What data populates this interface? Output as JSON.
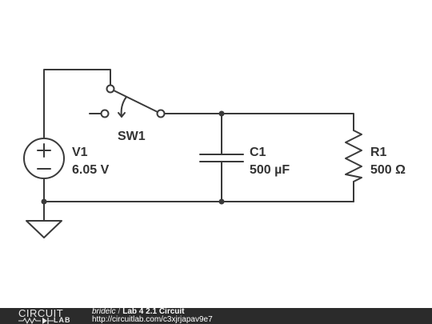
{
  "components": {
    "source": {
      "ref": "V1",
      "value": "6.05 V"
    },
    "switch": {
      "ref": "SW1"
    },
    "capacitor": {
      "ref": "C1",
      "value": "500 µF"
    },
    "resistor": {
      "ref": "R1",
      "value": "500 Ω"
    }
  },
  "footer": {
    "logo_top": "CIRCUIT",
    "logo_bottom": "LAB",
    "author": "bridelc",
    "separator": "/",
    "title": "Lab 4 2.1 Circuit",
    "url": "http://circuitlab.com/c3xjrjapav9e7"
  },
  "colors": {
    "wire": "#3a3a3a",
    "label": "#333333",
    "footer_bg": "#2b2b2b"
  }
}
